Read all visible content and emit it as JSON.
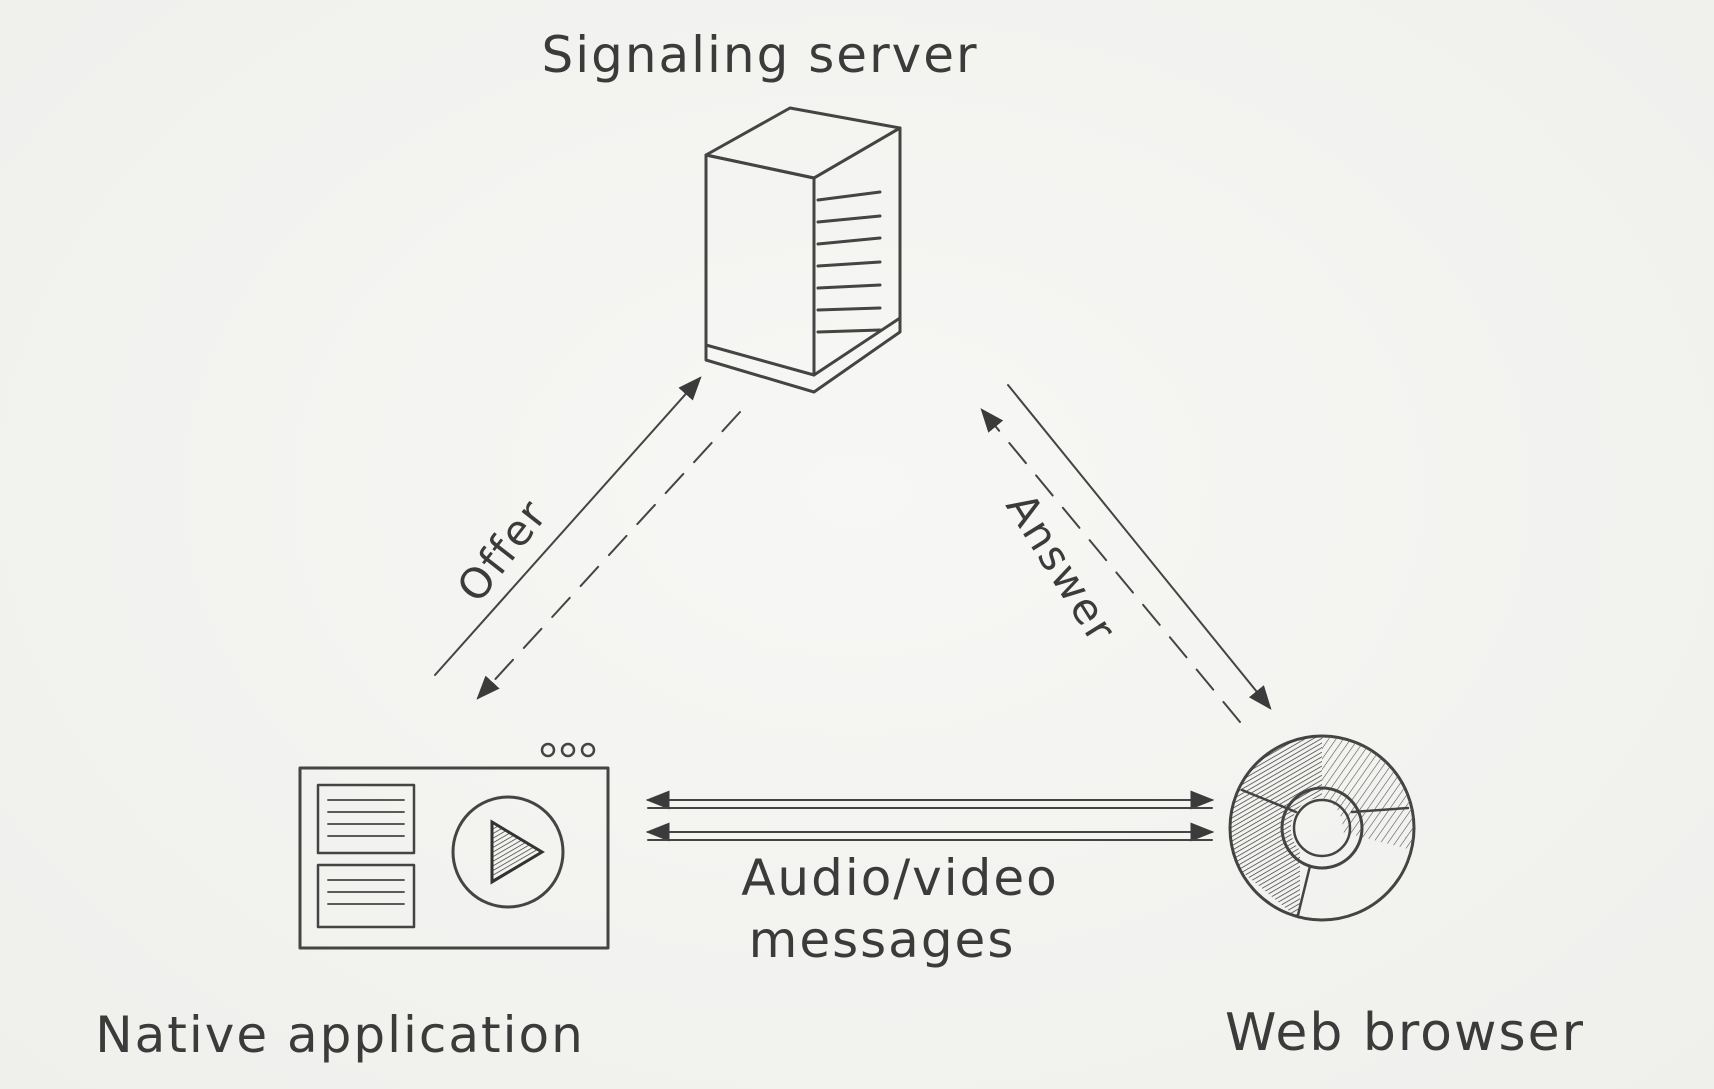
{
  "labels": {
    "signaling_server": "Signaling server",
    "native_application": "Native application",
    "web_browser": "Web browser",
    "offer": "Offer",
    "answer": "Answer",
    "media_line1": "Audio/video",
    "media_line2": "messages"
  },
  "colors": {
    "paper": "#f4f4f2",
    "pencil": "#3b3b3b",
    "shade": "#6a6a6a"
  }
}
